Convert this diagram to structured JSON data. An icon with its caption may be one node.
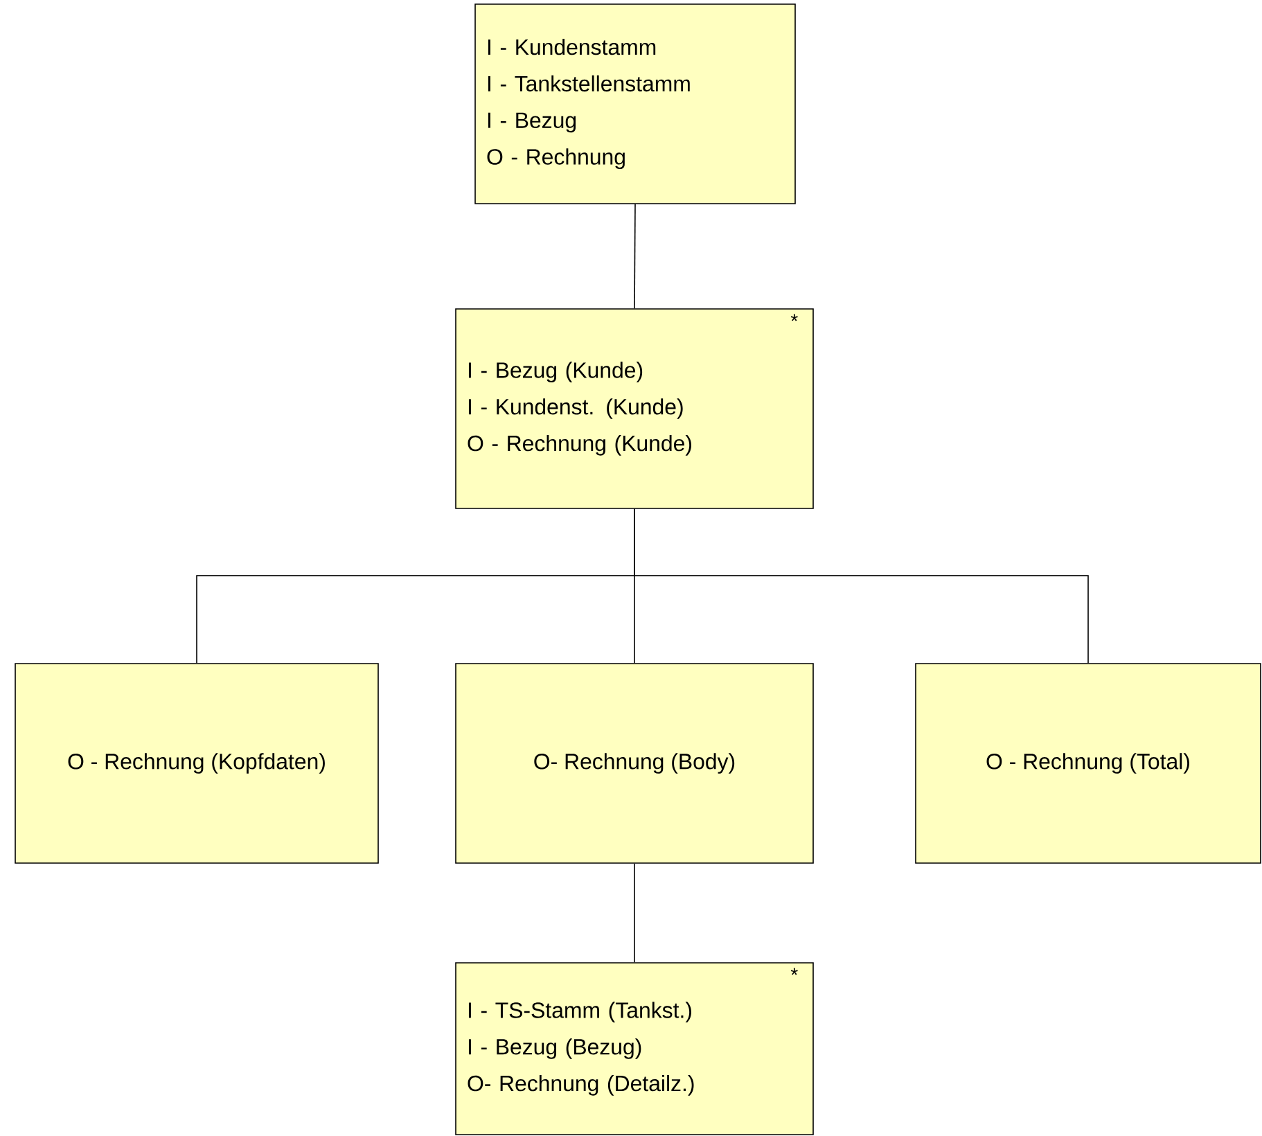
{
  "diagram": {
    "nodes": [
      {
        "text": [
          "I - Kundenstamm",
          "I - Tankstellenstamm",
          "I - Bezug",
          "O - Rechnung"
        ]
      },
      {
        "text": [
          "*",
          "I - Bezug (Kunde)",
          "I - Kundenst. (Kunde)",
          "O - Rechnung (Kunde)"
        ]
      },
      {
        "text": [
          "O - Rechnung (Kopfdaten)"
        ]
      },
      {
        "text": [
          "O- Rechnung (Body)"
        ]
      },
      {
        "text": [
          "O - Rechnung (Total)"
        ]
      },
      {
        "text": [
          "*",
          "I - TS-Stamm (Tankst.)",
          "I - Bezug (Bezug)",
          "O- Rechnung (Detailz.)"
        ]
      }
    ],
    "edges": [
      {
        "from": 0,
        "to": 1,
        "arrow": "none"
      },
      {
        "from": 1,
        "to": 2,
        "arrow": "none"
      },
      {
        "from": 1,
        "to": 3,
        "arrow": "none"
      },
      {
        "from": 1,
        "to": 4,
        "arrow": "none"
      },
      {
        "from": 3,
        "to": 5,
        "arrow": "none"
      }
    ]
  }
}
